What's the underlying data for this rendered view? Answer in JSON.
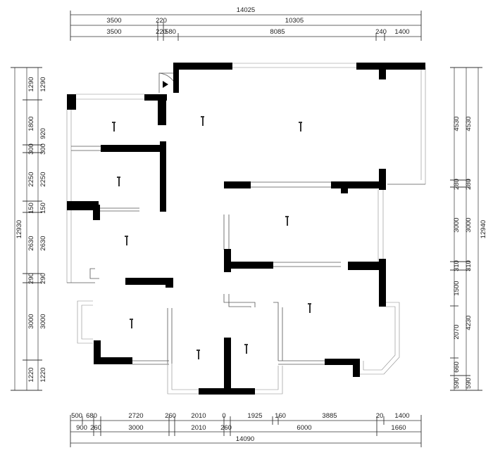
{
  "dims": {
    "top_total": "14025",
    "top_row1": [
      "3500",
      "220",
      "10305"
    ],
    "top_row2": [
      "3500",
      "220",
      "580",
      "8085",
      "240",
      "1400"
    ],
    "bottom_row1": [
      "500",
      "680",
      "2720",
      "260",
      "2010",
      "0",
      "1925",
      "160",
      "3885",
      "20",
      "1400"
    ],
    "bottom_row2": [
      "900",
      "260",
      "3000",
      "2010",
      "260",
      "6000",
      "1660"
    ],
    "bottom_total": "14090",
    "left_outer": [
      "1290",
      "1800",
      "300",
      "2250",
      "150",
      "2630",
      "290",
      "3000",
      "1220"
    ],
    "left_inner": [
      "1290",
      "920",
      "300",
      "2250",
      "150",
      "2630",
      "290",
      "3000",
      "1220"
    ],
    "left_total": "12930",
    "right_inner": [
      "4530",
      "280",
      "3000",
      "310",
      "1500",
      "2070",
      "660",
      "590"
    ],
    "right_outer": [
      "4530",
      "280",
      "3000",
      "310",
      "4230",
      "590"
    ],
    "right_total": "12940"
  },
  "colors": {
    "wall": "#000000",
    "line": "#555555",
    "text": "#222222"
  },
  "icons": [
    "room-marker-icon",
    "entrance-door-icon"
  ]
}
